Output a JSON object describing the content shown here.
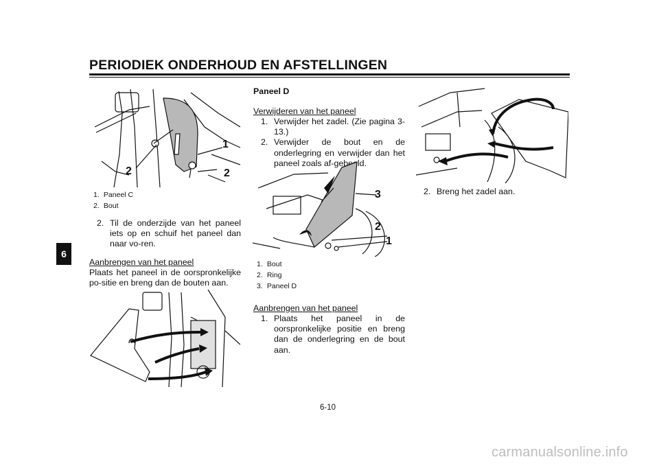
{
  "header": {
    "title": "PERIODIEK ONDERHOUD EN AFSTELLINGEN"
  },
  "chapter_tab": "6",
  "page_number": "6-10",
  "watermark": "carmanualsonline.info",
  "fig1": {
    "callouts": [
      "1",
      "2",
      "2"
    ],
    "legend": [
      {
        "num": "1.",
        "text": "Paneel C"
      },
      {
        "num": "2.",
        "text": "Bout"
      }
    ]
  },
  "col1": {
    "step2": {
      "num": "2.",
      "text": "Til de onderzijde van het paneel iets op en schuif het paneel dan naar vo-ren."
    },
    "install_heading": "Aanbrengen van het paneel",
    "install_text": "Plaats het paneel in de oorspronkelijke po-sitie en breng dan de bouten aan."
  },
  "col2": {
    "section_title": "Paneel D",
    "removal_heading": "Verwijderen van het paneel",
    "steps": [
      {
        "num": "1.",
        "text": "Verwijder het zadel. (Zie pagina 3-13.)"
      },
      {
        "num": "2.",
        "text": "Verwijder de bout en de onderlegring en verwijder dan het paneel zoals af-gebeeld."
      }
    ],
    "install_heading": "Aanbrengen van het paneel",
    "install_steps": [
      {
        "num": "1.",
        "text": "Plaats het paneel in de oorspronkelijke positie en breng dan de onderlegring en de bout aan."
      }
    ]
  },
  "fig2": {
    "callouts": [
      "3",
      "2",
      "1"
    ],
    "legend": [
      {
        "num": "1.",
        "text": "Bout"
      },
      {
        "num": "2.",
        "text": "Ring"
      },
      {
        "num": "3.",
        "text": "Paneel D"
      }
    ]
  },
  "col3": {
    "steps": [
      {
        "num": "2.",
        "text": "Breng het zadel aan."
      }
    ]
  }
}
